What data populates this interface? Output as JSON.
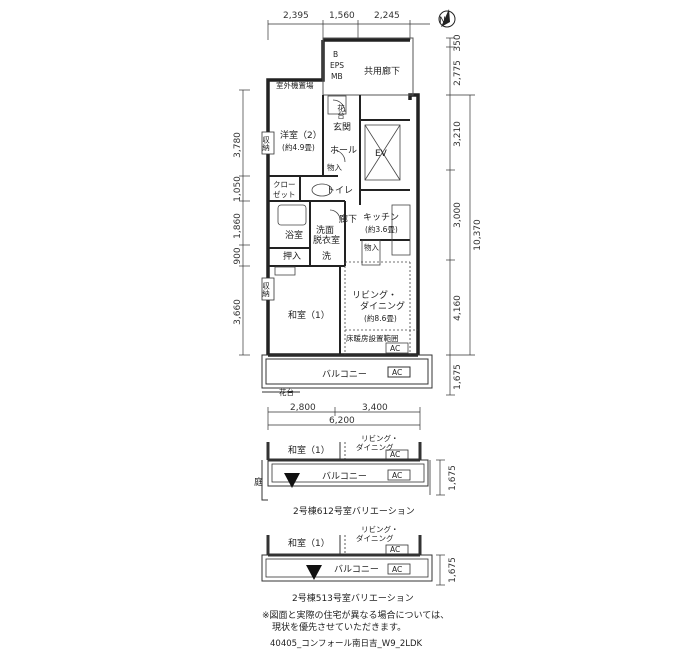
{
  "rooms": {
    "common_corridor": "共用廊下",
    "eps": "EPS",
    "b": "B",
    "mb": "MB",
    "hanadai_top": "花台",
    "outdoor_unit": "室外機置場",
    "entrance": "玄関",
    "hall": "ホール",
    "ev": "EV",
    "western_room": "洋室（2）",
    "western_room_size": "(約4.9畳)",
    "storage": "物入",
    "closet_1": "クロー",
    "closet_2": "ゼット",
    "toilet": "トイレ",
    "corridor": "廊下",
    "kitchen": "キッチン",
    "kitchen_size": "(約3.6畳)",
    "bath": "浴室",
    "washroom_1": "洗面",
    "washroom_2": "脱衣室",
    "storage_2": "物入",
    "oshiire": "押入",
    "wash": "洗",
    "window_tag": "収納",
    "japanese_room": "和室（1）",
    "living_1": "リビング・",
    "living_2": "ダイニング",
    "living_size": "(約8.6畳)",
    "floor_heating": "床暖房設置範囲",
    "ac": "AC",
    "balcony": "バルコニー",
    "hanadai_bottom": "花台"
  },
  "dims_top": [
    "2,395",
    "1,560",
    "2,245"
  ],
  "dims_left": [
    "3,780",
    "1,050",
    "1,860",
    "900",
    "3,660"
  ],
  "dims_right": [
    "350",
    "2,775",
    "3,210",
    "3,000",
    "4,160",
    "1,675"
  ],
  "dims_right_total": "10,370",
  "dims_bottom": [
    "2,800",
    "3,400"
  ],
  "dims_bottom_total": "6,200",
  "variations": [
    {
      "japanese_room": "和室（1）",
      "living_1": "リビング・",
      "living_2": "ダイニング",
      "balcony": "バルコニー",
      "ac": "AC",
      "garden": "庭",
      "dim": "1,675",
      "caption": "2号棟612号室バリエーション"
    },
    {
      "japanese_room": "和室（1）",
      "living_1": "リビング・",
      "living_2": "ダイニング",
      "balcony": "バルコニー",
      "ac": "AC",
      "dim": "1,675",
      "caption": "2号棟513号室バリエーション"
    }
  ],
  "compass": "N",
  "notes": [
    "※図面と実際の住宅が異なる場合については、",
    "現状を優先させていただきます。"
  ],
  "footer": "40405_コンフォール南日吉_W9_2LDK"
}
